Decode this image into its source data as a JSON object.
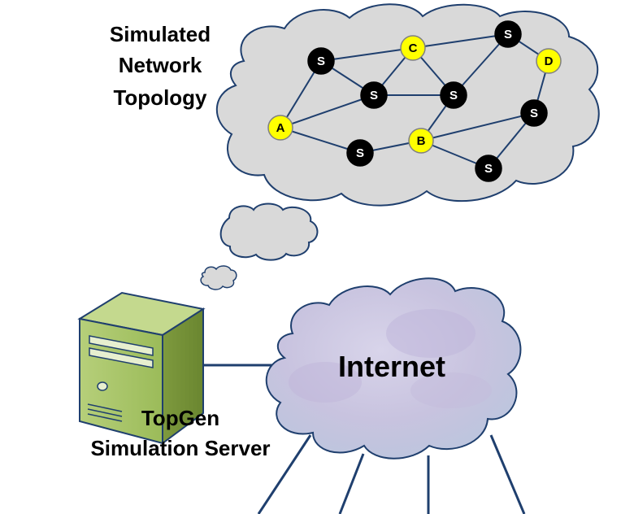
{
  "title_lines": [
    "Simulated",
    "Network",
    "Topology"
  ],
  "internet_label": "Internet",
  "server_label_lines": [
    "TopGen",
    "Simulation Server"
  ],
  "colors": {
    "topology_cloud_fill": "#d9d9d9",
    "cloud_stroke": "#1f3f6e",
    "server_node_fill": "#000000",
    "host_node_fill": "#ffff00",
    "internet_cloud": "#c9c6e2",
    "server_case": "#9bbb59"
  },
  "nodes": [
    {
      "id": "s1",
      "text": "S",
      "kind": "switch"
    },
    {
      "id": "c",
      "text": "C",
      "kind": "host"
    },
    {
      "id": "s2",
      "text": "S",
      "kind": "switch"
    },
    {
      "id": "d",
      "text": "D",
      "kind": "host"
    },
    {
      "id": "s3",
      "text": "S",
      "kind": "switch"
    },
    {
      "id": "s4",
      "text": "S",
      "kind": "switch"
    },
    {
      "id": "s5",
      "text": "S",
      "kind": "switch"
    },
    {
      "id": "a",
      "text": "A",
      "kind": "host"
    },
    {
      "id": "s6",
      "text": "S",
      "kind": "switch"
    },
    {
      "id": "b",
      "text": "B",
      "kind": "host"
    },
    {
      "id": "s7",
      "text": "S",
      "kind": "switch"
    }
  ],
  "edges": [
    [
      "s1",
      "c"
    ],
    [
      "c",
      "s2"
    ],
    [
      "s2",
      "d"
    ],
    [
      "d",
      "s5"
    ],
    [
      "s1",
      "s3"
    ],
    [
      "c",
      "s3"
    ],
    [
      "c",
      "s4"
    ],
    [
      "s3",
      "s4"
    ],
    [
      "s4",
      "s2"
    ],
    [
      "a",
      "s1"
    ],
    [
      "a",
      "s3"
    ],
    [
      "a",
      "s6"
    ],
    [
      "s6",
      "b"
    ],
    [
      "b",
      "s4"
    ],
    [
      "b",
      "s5"
    ],
    [
      "b",
      "s7"
    ],
    [
      "s5",
      "s7"
    ]
  ]
}
